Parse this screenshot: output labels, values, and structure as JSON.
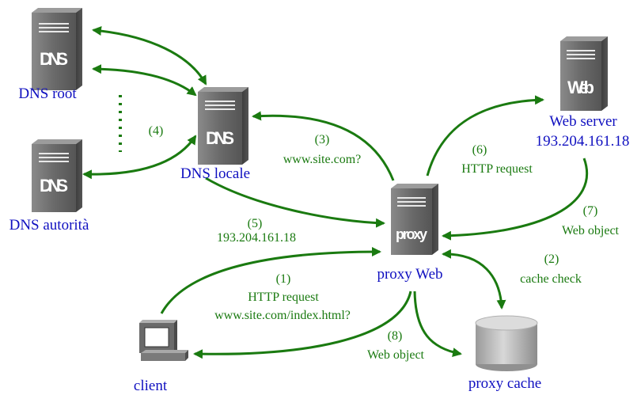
{
  "nodes": {
    "dns_root": {
      "label": "DNS root",
      "tag": "DNS"
    },
    "dns_autorita": {
      "label": "DNS autorità",
      "tag": "DNS"
    },
    "dns_locale": {
      "label": "DNS locale",
      "tag": "DNS"
    },
    "web_server": {
      "label": "Web server",
      "ip": "193.204.161.18",
      "tag": "Web"
    },
    "proxy": {
      "label": "proxy Web",
      "tag": "proxy"
    },
    "cache": {
      "label": "proxy cache"
    },
    "client": {
      "label": "client"
    }
  },
  "steps": {
    "s1": {
      "num": "(1)",
      "line1": "HTTP request",
      "line2": "www.site.com/index.html?"
    },
    "s2": {
      "num": "(2)",
      "line1": "cache check"
    },
    "s3": {
      "num": "(3)",
      "line1": "www.site.com?"
    },
    "s4": {
      "num": "(4)"
    },
    "s5": {
      "num": "(5)",
      "line1": "193.204.161.18"
    },
    "s6": {
      "num": "(6)",
      "line1": "HTTP request"
    },
    "s7": {
      "num": "(7)",
      "line1": "Web object"
    },
    "s8": {
      "num": "(8)",
      "line1": "Web object"
    }
  },
  "colors": {
    "node_label": "#1010c0",
    "step_label": "#1a7a10",
    "arrow": "#1a7a10",
    "server_body": "#6e6e6e"
  }
}
